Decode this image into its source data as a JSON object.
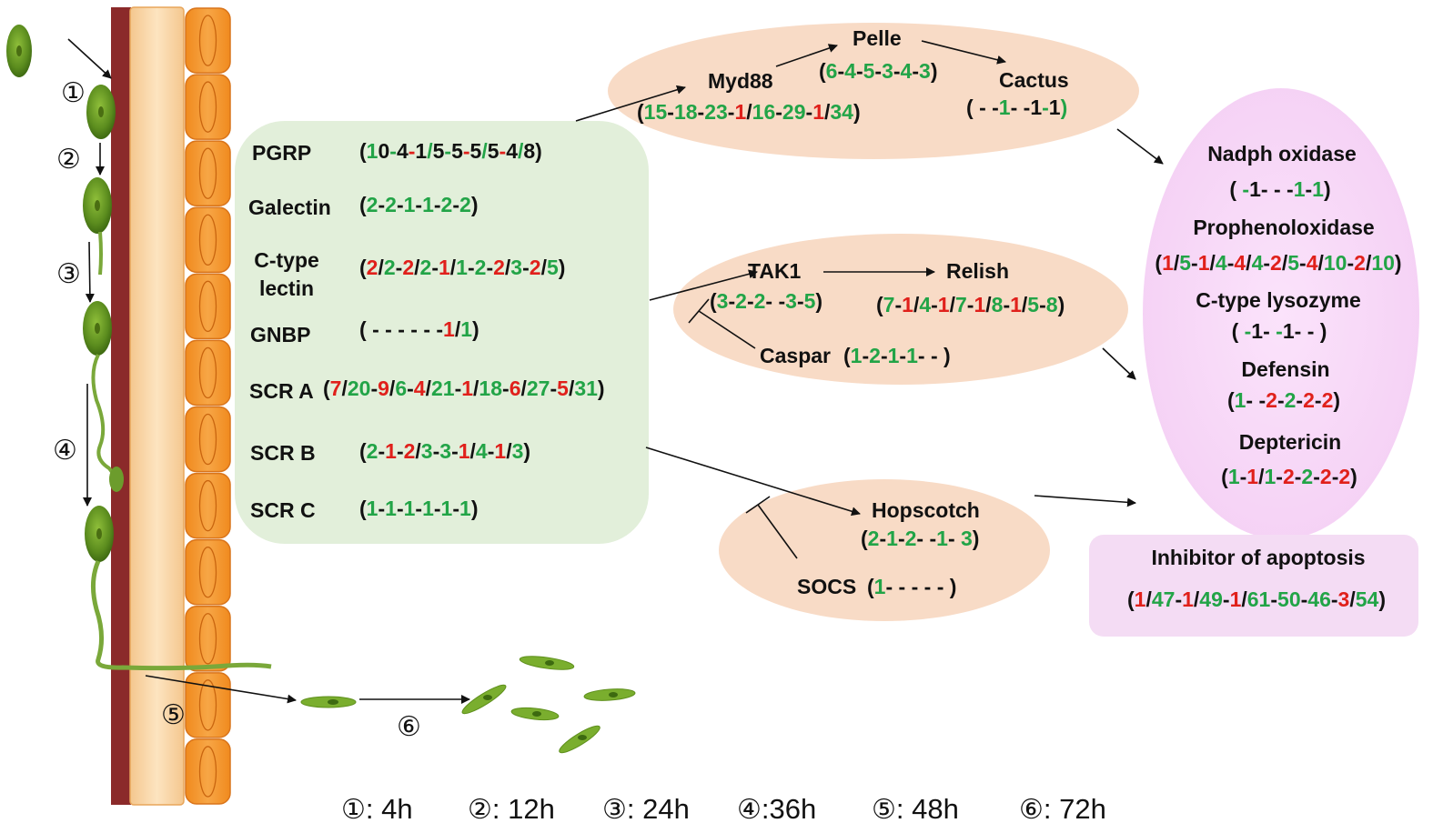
{
  "colors": {
    "up": "#22a447",
    "down": "#e0201b",
    "neutral": "#111111"
  },
  "stages": [
    "①",
    "②",
    "③",
    "④",
    "⑤",
    "⑥"
  ],
  "legend": [
    {
      "symbol": "①",
      "text": ": 4h"
    },
    {
      "symbol": "②",
      "text": ": 12h"
    },
    {
      "symbol": "③",
      "text": ": 24h"
    },
    {
      "symbol": "④",
      "text": ":36h"
    },
    {
      "symbol": "⑤",
      "text": ": 48h"
    },
    {
      "symbol": "⑥",
      "text": ": 72h"
    }
  ],
  "receptors": [
    {
      "name": "PGRP",
      "value": "(10-4-1/5-5-5/5-4/8)",
      "colors": "kgkgkrkgkgkrkgkrkgk"
    },
    {
      "name": "Galectin",
      "value": "(2-2-1-1-2-2)",
      "colors": "kgkgkgkgkgkgk"
    },
    {
      "name": "C-type lectin",
      "value": "(2/2-2/2-1/1-2-2/3-2/5)",
      "colors": "krkgkrkgkrkgkgkrkgkrkgk"
    },
    {
      "name": "GNBP",
      "value": "( - - - - - -1/1)",
      "colors": "kkkkkkkkkkkkkrkgk"
    },
    {
      "name": "SCR A",
      "value": "(7/20-9/6-4/21-1/18-6/27-5/31)",
      "colors": "krkggkrkgkrkggkrkggkrkggkrkggk"
    },
    {
      "name": "SCR B",
      "value": "(2-1-2/3-3-1/4-1/3)",
      "colors": "kgkrkrkgkgkrkgkrkgk"
    },
    {
      "name": "SCR C",
      "value": "(1-1-1-1-1-1)",
      "colors": "kgkgkgkgkgkgk"
    }
  ],
  "toll": {
    "pelle": {
      "name": "Pelle",
      "value": "(6-4-5-3-4-3)",
      "colors": "kgkgkgkgkgkgk"
    },
    "myd88": {
      "name": "Myd88",
      "value": "(15-18-23-1/16-29-1/34)",
      "colors": "kggkggkggkrkggkggkrkggk"
    },
    "cactus": {
      "name": "Cactus",
      "value": "( - -1- -1-1)",
      "colors": "kkkkkgkkkkgkgk"
    }
  },
  "imd": {
    "tak1": {
      "name": "TAK1",
      "value": "(3-2-2- -3-5)",
      "colors": "kgkgkgkkkgkgk"
    },
    "relish": {
      "name": "Relish",
      "value": "(7-1/4-1/7-1/8-1/5-8)",
      "colors": "kgkrkgkrkgkrkgkrkgkgk"
    },
    "caspar": {
      "name": "Caspar",
      "value": "(1-2-1-1- - )",
      "colors": "kgkgkgkgkkkkk"
    }
  },
  "jak": {
    "hopscotch": {
      "name": "Hopscotch",
      "value": "(2-1-2- -1- 3)",
      "colors": "kgkgkgkkkgkkgk"
    },
    "socs": {
      "name": "SOCS",
      "value": "(1- - - - - )",
      "colors": "kgkkkkkkkkkkk"
    }
  },
  "effectors": [
    {
      "name": "Nadph oxidase",
      "value": "( -1- - -1-1)",
      "colors": "kkgkkkkkkgkgk"
    },
    {
      "name": "Prophenoloxidase",
      "value": "(1/5-1/4-4/4-2/5-4/10-2/10)",
      "colors": "krkgkrkgkrkgkrkgkrkggkrkggk"
    },
    {
      "name": "C-type lysozyme",
      "value": "( -1- -1- - )",
      "colors": "kkgkkkgkkkkk"
    },
    {
      "name": "Defensin",
      "value": "(1- -2-2-2-2)",
      "colors": "kgkkkrkgkrkrk"
    },
    {
      "name": "Deptericin",
      "value": "(1-1/1-2-2-2-2)",
      "colors": "kgkrkgkrkgkrkrk"
    }
  ],
  "apoptosis": {
    "name": "Inhibitor of apoptosis",
    "value": "(1/47-1/49-1/61-50-46-3/54)",
    "colors": "krkggkrkggkrkggkggkggkrkggk"
  }
}
